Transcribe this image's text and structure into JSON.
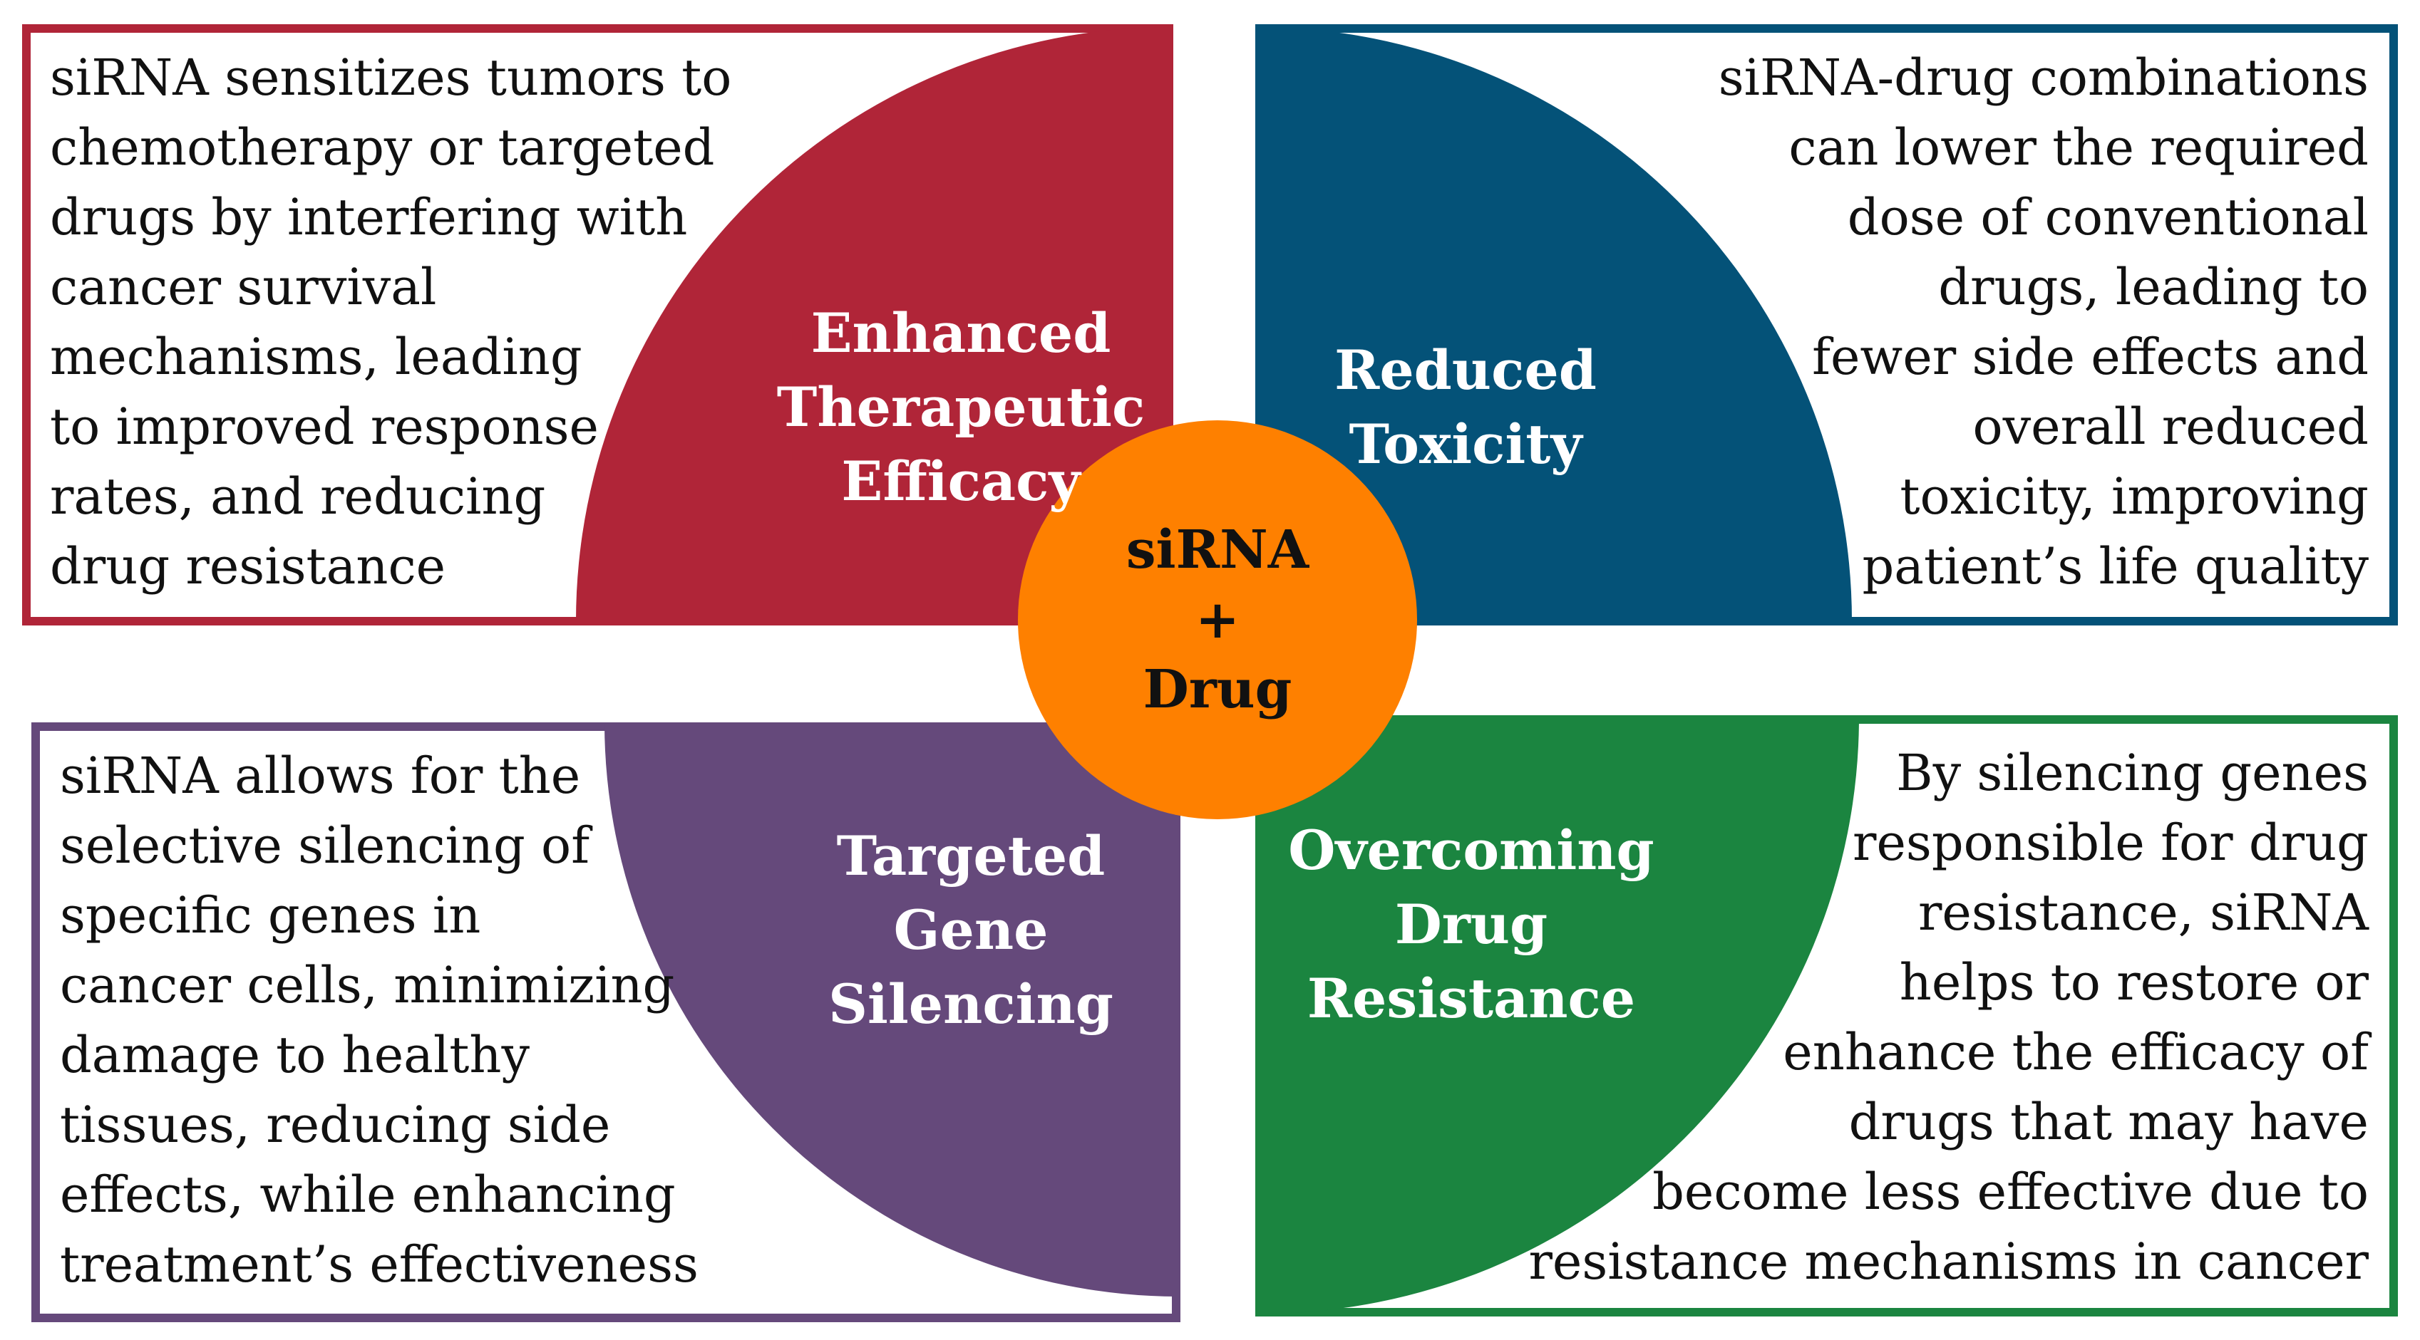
{
  "colors": {
    "red": "#b02538",
    "blue": "#045278",
    "purple": "#65497b",
    "green": "#1b8540",
    "orange": "#fe8000"
  },
  "center": {
    "lines": [
      "siRNA",
      "+",
      "Drug"
    ]
  },
  "quadrants": {
    "top_left": {
      "title_lines": [
        "Enhanced",
        "Therapeutic",
        "Efficacy"
      ],
      "text_lines": [
        "siRNA sensitizes tumors to",
        "chemotherapy or targeted",
        "drugs by interfering with",
        "cancer survival",
        "mechanisms, leading",
        "to improved response",
        "rates, and reducing",
        "drug resistance"
      ]
    },
    "top_right": {
      "title_lines": [
        "Reduced",
        "Toxicity"
      ],
      "text_lines": [
        "siRNA-drug combinations",
        "can lower the required",
        "dose of conventional",
        "drugs, leading to",
        "fewer side effects and",
        "overall reduced",
        "toxicity, improving",
        "patient’s life quality"
      ]
    },
    "bottom_left": {
      "title_lines": [
        "Targeted",
        "Gene",
        "Silencing"
      ],
      "text_lines": [
        "siRNA allows for the",
        "selective silencing of",
        "specific genes in",
        "cancer cells, minimizing",
        "damage to healthy",
        "tissues, reducing side",
        "effects, while enhancing",
        "treatment’s effectiveness"
      ]
    },
    "bottom_right": {
      "title_lines": [
        "Overcoming",
        "Drug",
        "Resistance"
      ],
      "text_lines": [
        "By silencing genes",
        "responsible for drug",
        "resistance, siRNA",
        "helps to restore or",
        "enhance the efficacy of",
        "drugs that may have",
        "become less effective due to",
        "resistance mechanisms in cancer"
      ]
    }
  }
}
